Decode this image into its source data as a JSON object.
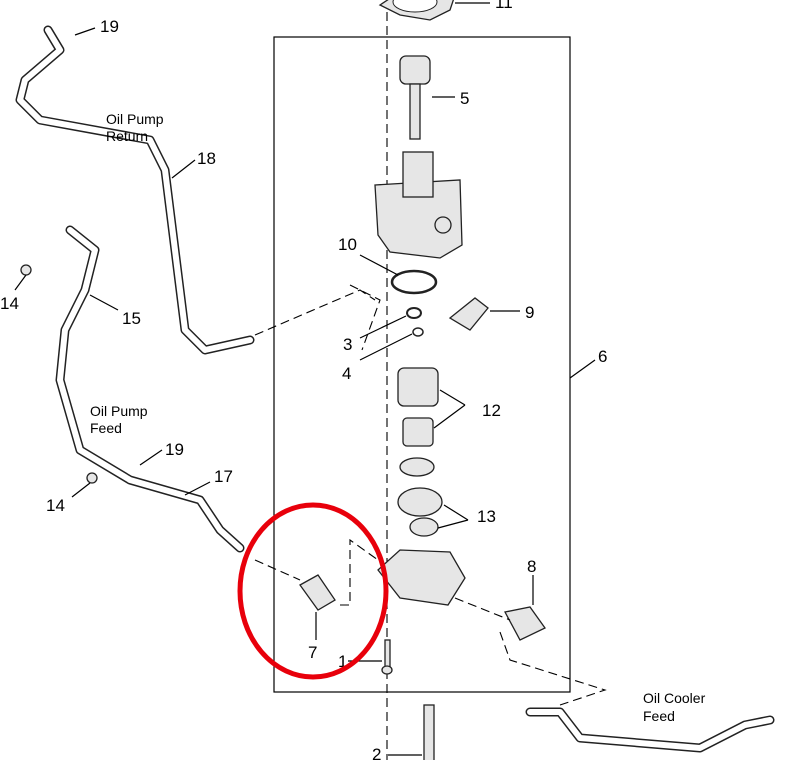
{
  "callouts": {
    "c19a": "19",
    "c18": "18",
    "c11": "11",
    "c5": "5",
    "c10": "10",
    "c9": "9",
    "c3": "3",
    "c4": "4",
    "c6": "6",
    "c14a": "14",
    "c15": "15",
    "c19b": "19",
    "c17": "17",
    "c14b": "14",
    "c12": "12",
    "c13": "13",
    "c8": "8",
    "c7": "7",
    "c1": "1",
    "c2": "2"
  },
  "labels": {
    "return_1": "Oil Pump",
    "return_2": "Return",
    "feed_1": "Oil Pump",
    "feed_2": "Feed",
    "cooler_1": "Oil Cooler",
    "cooler_2": "Feed"
  },
  "highlight_color": "#e8000b"
}
